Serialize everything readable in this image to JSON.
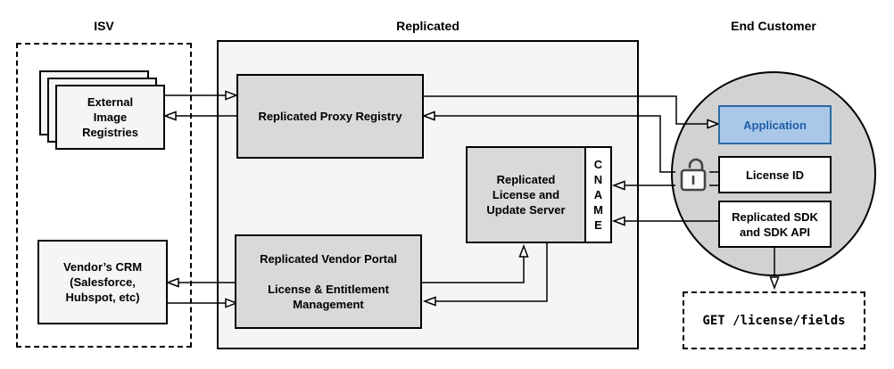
{
  "headers": {
    "isv": "ISV",
    "replicated": "Replicated",
    "end_customer": "End Customer"
  },
  "isv": {
    "external_registries": {
      "lines": [
        "External",
        "Image",
        "Registries"
      ]
    },
    "vendor_crm": {
      "lines": [
        "Vendor’s CRM",
        "(Salesforce,",
        "Hubspot, etc)"
      ]
    }
  },
  "replicated": {
    "proxy_registry": {
      "label": "Replicated Proxy Registry"
    },
    "license_update_server": {
      "lines": [
        "Replicated",
        "License and",
        "Update Server"
      ]
    },
    "cname": {
      "label": "CNAME"
    },
    "vendor_portal": {
      "title": "Replicated Vendor Portal",
      "subtitle": "License & Entitlement Management"
    }
  },
  "end_customer": {
    "application": {
      "label": "Application"
    },
    "license_id": {
      "label": "License ID"
    },
    "sdk": {
      "lines": [
        "Replicated SDK",
        "and SDK API"
      ]
    },
    "api_request": {
      "label": "GET /license/fields"
    }
  },
  "icons": {
    "lock": "unlocked-padlock-icon"
  },
  "colors": {
    "accent_blue_fill": "#a9c7e8",
    "accent_blue_border": "#2a6ca5",
    "accent_blue_text": "#1f5fa8",
    "node_gray": "#d9d9d9",
    "container_gray": "#f5f5f5",
    "circle_gray": "#d2d2d2",
    "line": "#000000"
  }
}
